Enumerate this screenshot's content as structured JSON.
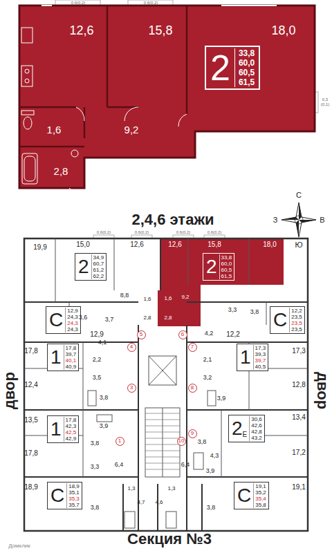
{
  "diagram": {
    "title": "2,4,6 этажи",
    "caption": "Секция №3",
    "nodes": [
      {
        "text": [
          "2",
          "33,8",
          "60,0",
          "60,5",
          "61,5"
        ]
      },
      {
        "text": [
          "2",
          "34,9",
          "60,7",
          "61,2",
          "62,2"
        ]
      },
      {
        "text": [
          "2",
          "33,8",
          "60,0",
          "60,5",
          "61,5"
        ]
      },
      {
        "text": [
          "С",
          "12,9",
          "24,3",
          "24,3",
          "24,3"
        ]
      },
      {
        "text": [
          "С",
          "12,2",
          "23,5",
          "23,5",
          "23,5"
        ]
      },
      {
        "text": [
          "1",
          "17,8",
          "39,7",
          "40,1",
          "40,9"
        ]
      },
      {
        "text": [
          "1",
          "17,3",
          "39,3",
          "39,7",
          "40,5"
        ]
      },
      {
        "text": [
          "1",
          "17,8",
          "42,3",
          "42,5",
          "42,9"
        ]
      },
      {
        "text": [
          "2",
          "Е",
          "30,6",
          "42,6",
          "42,8",
          "43,2"
        ]
      },
      {
        "text": [
          "С",
          "18,9",
          "35,1",
          "35,3",
          "35,7"
        ]
      },
      {
        "text": [
          "С",
          "19,1",
          "35,2",
          "35,4",
          "35,8"
        ]
      },
      {
        "text": [
          "5"
        ]
      },
      {
        "text": [
          "6"
        ]
      },
      {
        "text": [
          "4"
        ]
      },
      {
        "text": [
          "7"
        ]
      },
      {
        "text": [
          "3"
        ]
      },
      {
        "text": [
          "8"
        ]
      },
      {
        "text": [
          "9"
        ]
      },
      {
        "text": [
          "1"
        ]
      },
      {
        "text": [
          "10"
        ]
      }
    ],
    "labels": [
      "12,6",
      "15,8",
      "18,0",
      "1,6",
      "9,2",
      "2,8",
      "0,6(0,2)",
      "0,6(0,2)",
      "0,3 (0,1)",
      "С",
      "В",
      "З",
      "Ю",
      "19,9",
      "15,0",
      "12,6",
      "12,6",
      "15,8",
      "18,0",
      "8,8",
      "1,6",
      "2,8",
      "1,6",
      "9,2",
      "2,8",
      "3,6",
      "3,7",
      "12,9",
      "3,3",
      "3,8",
      "4,2",
      "12,2",
      "4,1",
      "17,8",
      "2,2",
      "3,5",
      "12,4",
      "3,8",
      "17,3",
      "2,1",
      "3,2",
      "12,8",
      "3,9",
      "13,5",
      "3,9",
      "3,8",
      "17,8",
      "3,3",
      "6,4",
      "13,4",
      "3,8",
      "4,3",
      "6,4",
      "17,2",
      "3,9",
      "18,9",
      "1,3",
      "1,3",
      "4,7",
      "4,6",
      "3,8",
      "3,8",
      "19,1",
      "0,6(0,2)",
      "0,6(0,2)",
      "0,6(0,2)",
      "0,6(0,2)",
      "двор",
      "двор",
      "Домклик"
    ]
  }
}
